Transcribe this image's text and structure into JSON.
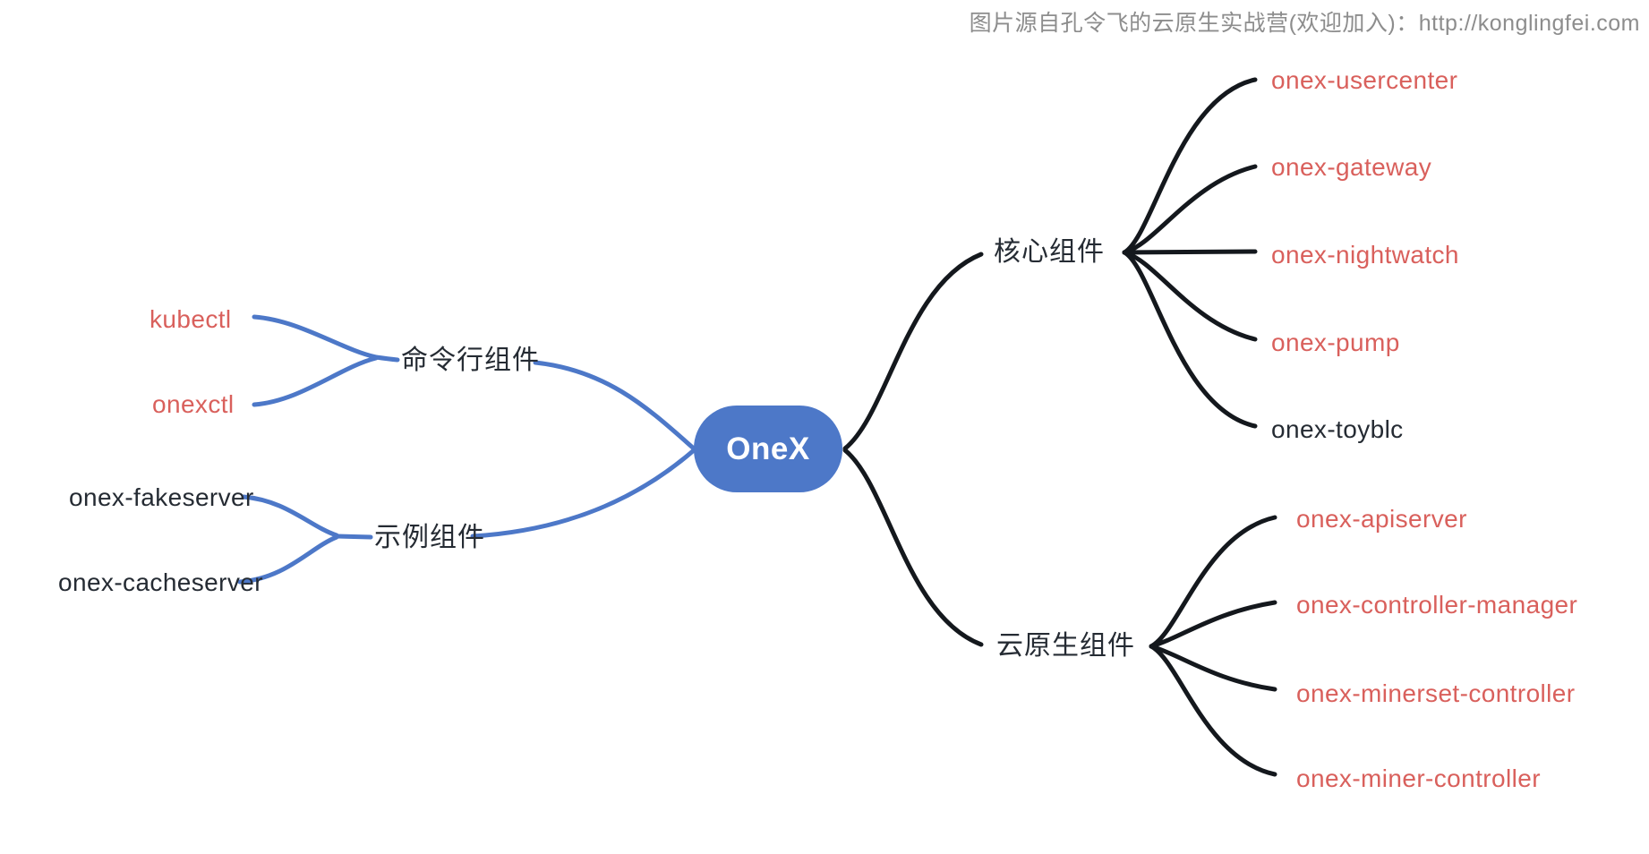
{
  "watermark": {
    "text": "图片源自孔令飞的云原生实战营(欢迎加入)：http://konglingfei.com"
  },
  "root": {
    "label": "OneX"
  },
  "colors": {
    "node_fill": "#4d78c8",
    "left_branch_line": "#4d78c8",
    "right_branch_line": "#14181d",
    "leaf_red_text": "#d9605c",
    "dark_text": "#252b33",
    "watermark_gray": "#8d8d8d"
  },
  "left_branches": [
    {
      "label": "命令行组件",
      "children": [
        {
          "label": "kubectl"
        },
        {
          "label": "onexctl"
        }
      ]
    },
    {
      "label": "示例组件",
      "children": [
        {
          "label": "onex-fakeserver"
        },
        {
          "label": "onex-cacheserver"
        }
      ]
    }
  ],
  "right_branches": [
    {
      "label": "核心组件",
      "children": [
        {
          "label": "onex-usercenter"
        },
        {
          "label": "onex-gateway"
        },
        {
          "label": "onex-nightwatch"
        },
        {
          "label": "onex-pump"
        },
        {
          "label": "onex-toyblc"
        }
      ]
    },
    {
      "label": "云原生组件",
      "children": [
        {
          "label": "onex-apiserver"
        },
        {
          "label": "onex-controller-manager"
        },
        {
          "label": "onex-minerset-controller"
        },
        {
          "label": "onex-miner-controller"
        }
      ]
    }
  ]
}
